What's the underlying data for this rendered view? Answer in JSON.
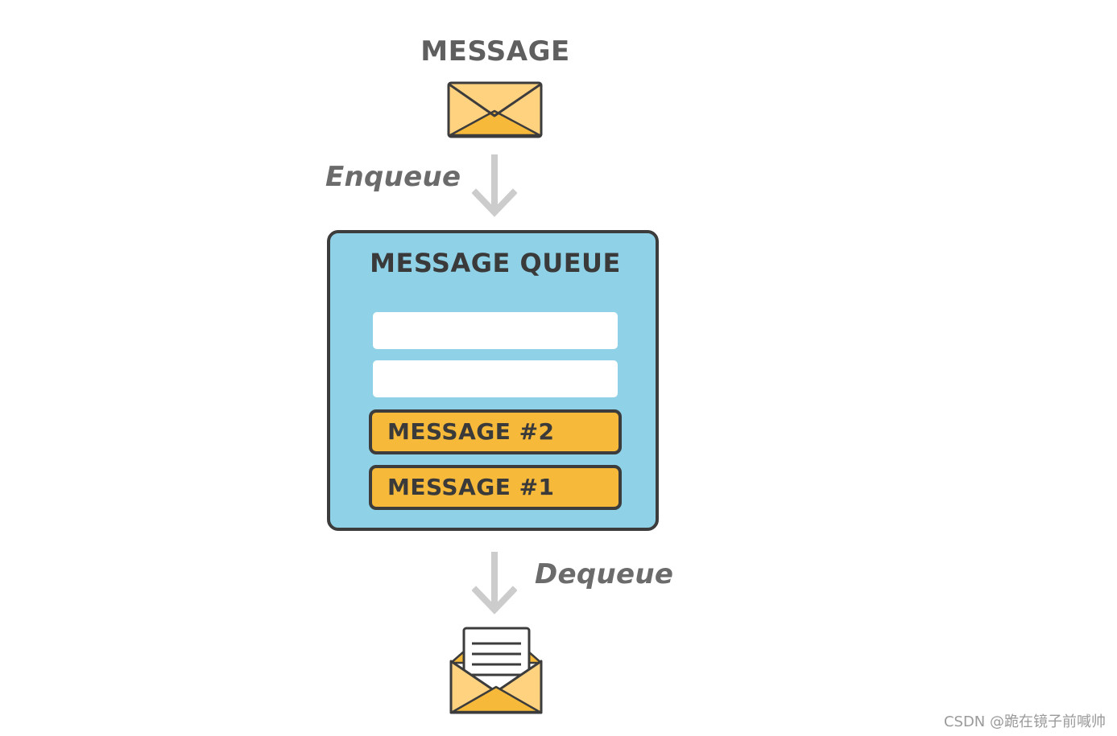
{
  "diagram": {
    "top_title": "MESSAGE",
    "enqueue_label": "Enqueue",
    "queue_title": "MESSAGE QUEUE",
    "queue_items": [
      "MESSAGE #2",
      "MESSAGE #1"
    ],
    "dequeue_label": "Dequeue"
  },
  "icons": {
    "incoming": "envelope-closed-icon",
    "enqueue_arrow": "arrow-down-icon",
    "dequeue_arrow": "arrow-down-icon",
    "outgoing": "envelope-open-letter-icon"
  },
  "colors": {
    "queue_fill": "#8fd1e6",
    "message_fill": "#f6b93a",
    "envelope_fill": "#ffd27f",
    "arrow": "#cccccc",
    "outline": "#3c3c3c"
  },
  "watermark": "CSDN @跪在镜子前喊帅"
}
